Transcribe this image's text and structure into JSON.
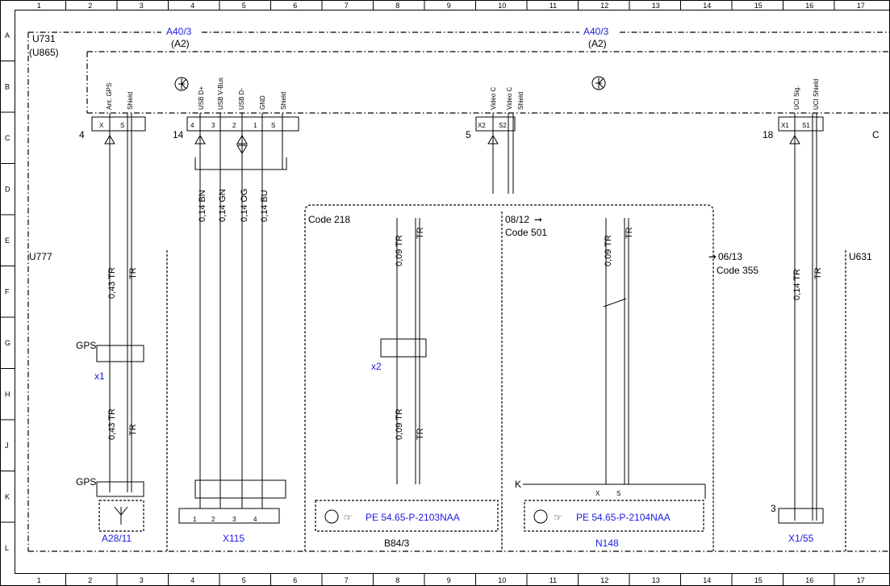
{
  "grid": {
    "columns": [
      "1",
      "2",
      "3",
      "4",
      "5",
      "6",
      "7",
      "8",
      "9",
      "10",
      "11",
      "12",
      "13",
      "14",
      "15",
      "16",
      "17"
    ],
    "rows": [
      "A",
      "B",
      "C",
      "D",
      "E",
      "F",
      "G",
      "H",
      "J",
      "K",
      "L"
    ]
  },
  "components": {
    "u731": "U731",
    "u865": "(U865)",
    "a40_left": "A40/3",
    "a2_left": "(A2)",
    "a40_right": "A40/3",
    "a2_right": "(A2)",
    "u777": "U777",
    "u631": "U631",
    "code218": "Code 218",
    "date_0812": "08/12",
    "code501": "Code 501",
    "date_0613": "06/13",
    "code355": "Code 355"
  },
  "pins": {
    "ant_gps": "Ant. GPS",
    "shield_1": "Shield",
    "usb_dplus": "USB D+",
    "usb_vbus": "USB V-Bus",
    "usb_dminus": "USB D-",
    "gnd": "GND",
    "shield_2": "Shield",
    "video_c1": "Video C",
    "video_c2": "Video C",
    "shield_3": "Shield",
    "uci_sig": "UCI Sig.",
    "uci_shield": "UCI Shield"
  },
  "connectors": {
    "c4": "4",
    "c14": "14",
    "c5": "5",
    "c18": "18",
    "cC": "C",
    "x": "X",
    "s": "S",
    "p4": "4",
    "p3": "3",
    "p2": "2",
    "p1": "1",
    "ps": "S",
    "x2": "X2",
    "s2": "S2",
    "x1": "X1",
    "s1": "S1"
  },
  "wires": {
    "w043a": "0,43 TR",
    "tr_a": "TR",
    "w043b": "0,43 TR",
    "tr_b": "TR",
    "bn": "0,14 BN",
    "gn": "0,14 GN",
    "og": "0,14 OG",
    "bu": "0,14 BU",
    "w009a": "0,09 TR",
    "tr_c": "TR",
    "w009b": "0,09 TR",
    "tr_d": "TR",
    "w009c": "0,09 TR",
    "tr_e": "TR",
    "w014": "0,14 TR",
    "tr_f": "TR"
  },
  "labels": {
    "gps1": "GPS",
    "x1": "x1",
    "gps2": "GPS",
    "x2": "x2",
    "k": "K",
    "three": "3",
    "x115_pins": [
      "1",
      "2",
      "3",
      "4"
    ]
  },
  "bottom": {
    "a28": "A28/11",
    "x115": "X115",
    "b84": "B84/3",
    "n148": "N148",
    "x155": "X1/55",
    "pe1": "PE 54.65-P-2103NAA",
    "pe2": "PE 54.65-P-2104NAA"
  }
}
